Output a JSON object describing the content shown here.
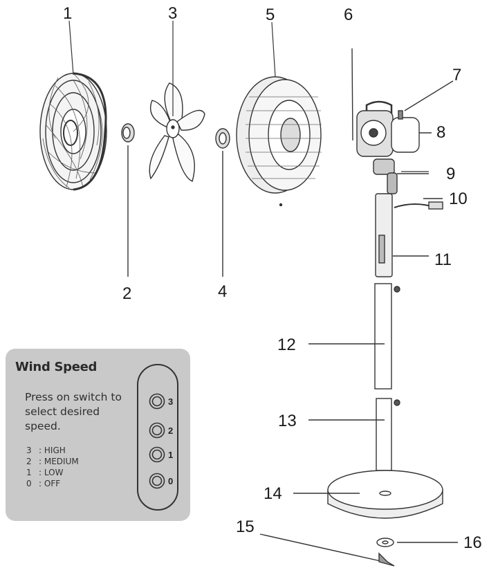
{
  "callouts": [
    {
      "id": "1",
      "label": "1"
    },
    {
      "id": "2",
      "label": "2"
    },
    {
      "id": "3",
      "label": "3"
    },
    {
      "id": "4",
      "label": "4"
    },
    {
      "id": "5",
      "label": "5"
    },
    {
      "id": "6",
      "label": "6"
    },
    {
      "id": "7",
      "label": "7"
    },
    {
      "id": "8",
      "label": "8"
    },
    {
      "id": "9",
      "label": "9"
    },
    {
      "id": "10",
      "label": "10"
    },
    {
      "id": "11",
      "label": "11"
    },
    {
      "id": "12",
      "label": "12"
    },
    {
      "id": "13",
      "label": "13"
    },
    {
      "id": "14",
      "label": "14"
    },
    {
      "id": "15",
      "label": "15"
    },
    {
      "id": "16",
      "label": "16"
    }
  ],
  "wind_speed": {
    "title": "Wind Speed",
    "instruction": "Press on switch to select desired speed.",
    "legend": [
      {
        "key": "3",
        "sep": ":",
        "value": "HIGH"
      },
      {
        "key": "2",
        "sep": ":",
        "value": "MEDIUM"
      },
      {
        "key": "1",
        "sep": ":",
        "value": "LOW"
      },
      {
        "key": "0",
        "sep": ":",
        "value": "OFF"
      }
    ],
    "switches": [
      "3",
      "2",
      "1",
      "0"
    ]
  },
  "colors": {
    "line": "#333333",
    "panel": "#c9c9c9",
    "text": "#1a1a1a"
  }
}
